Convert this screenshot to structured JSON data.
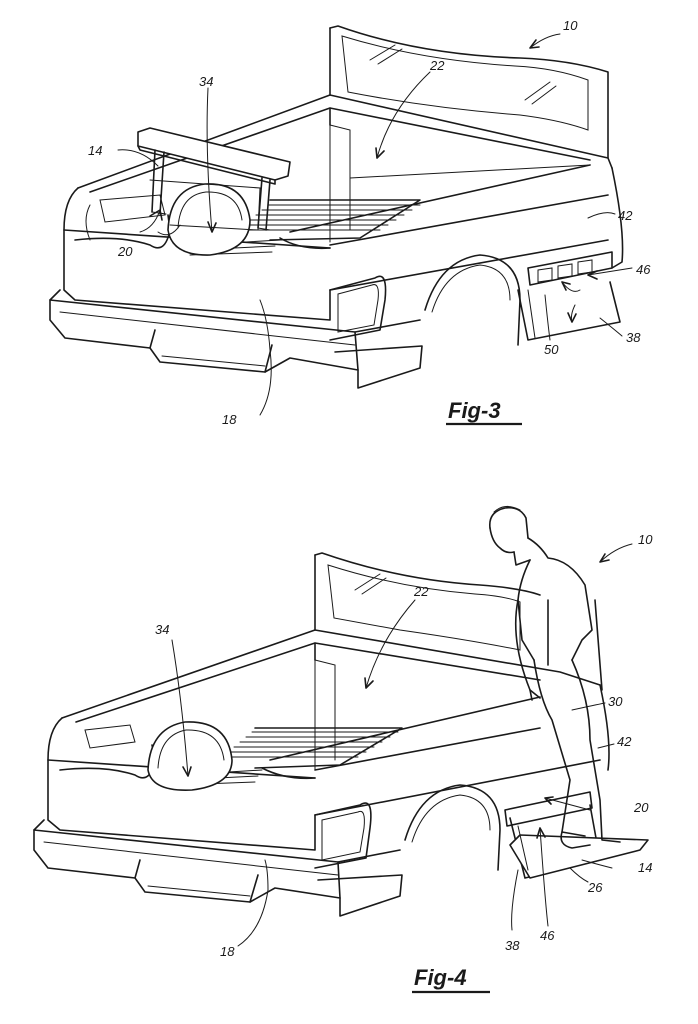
{
  "figure3": {
    "caption": "Fig-3",
    "refs": {
      "r10": "10",
      "r22": "22",
      "r34": "34",
      "r14": "14",
      "r42": "42",
      "r20": "20",
      "r46": "46",
      "r38": "38",
      "r50": "50",
      "r18": "18"
    }
  },
  "figure4": {
    "caption": "Fig-4",
    "refs": {
      "r10": "10",
      "r22": "22",
      "r34": "34",
      "r30": "30",
      "r42": "42",
      "r20": "20",
      "r14": "14",
      "r26": "26",
      "r46": "46",
      "r38": "38",
      "r18": "18"
    }
  }
}
